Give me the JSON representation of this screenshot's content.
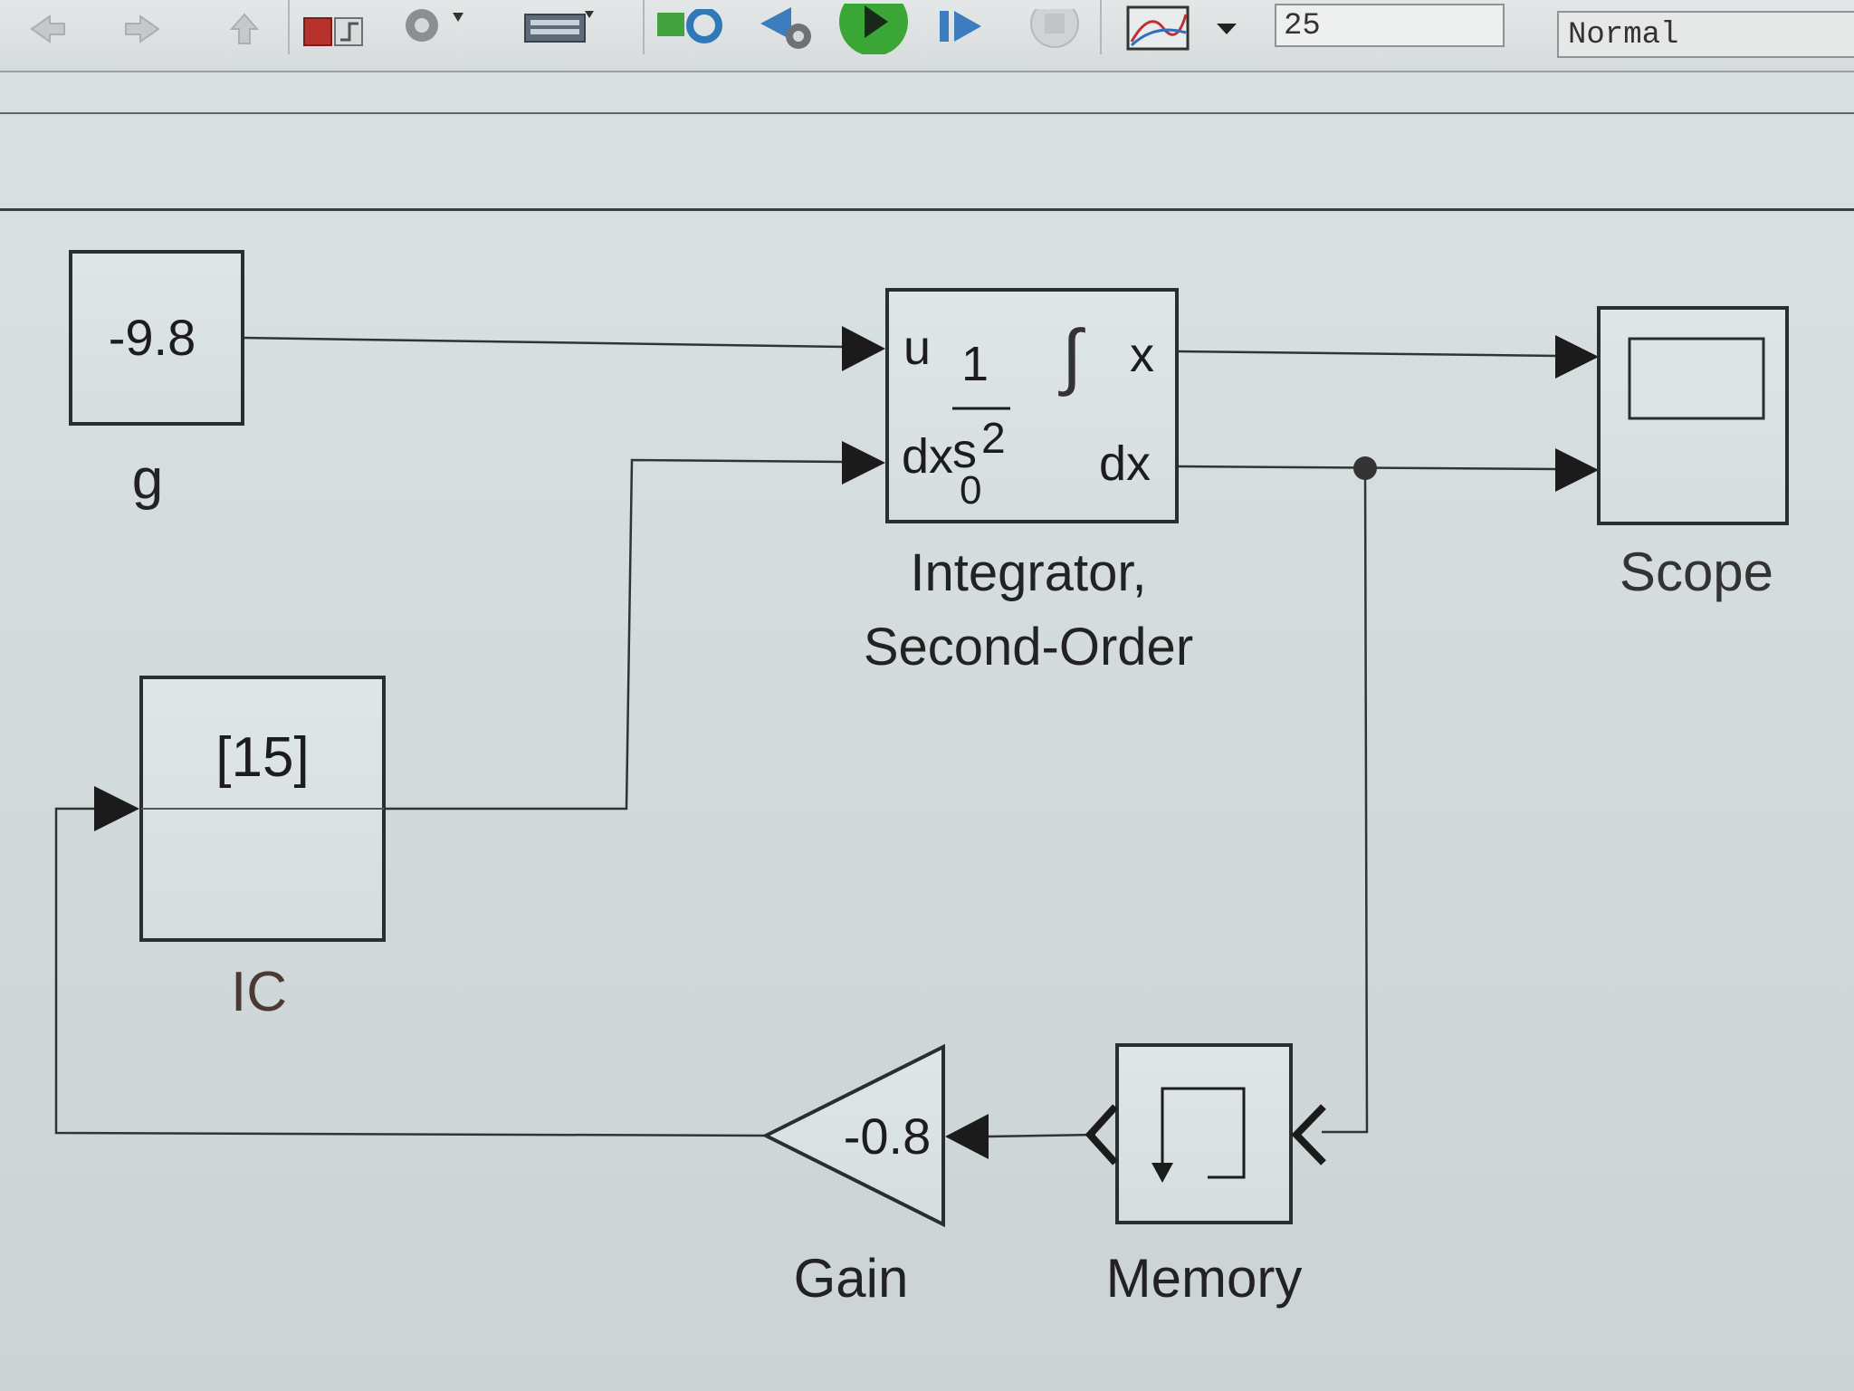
{
  "toolbar": {
    "stop_time": "25",
    "sim_mode": "Normal"
  },
  "blocks": {
    "g": {
      "value": "-9.8",
      "label": "g"
    },
    "ic": {
      "value": "[15]",
      "label": "IC"
    },
    "integrator": {
      "port_u": "u",
      "port_dx0": "dx",
      "port_dx0_sub": "0",
      "frac_num": "1",
      "frac_den": "s",
      "frac_den_exp": "2",
      "integral_sign": "∫",
      "port_x": "x",
      "port_dx": "dx",
      "label_line1": "Integrator,",
      "label_line2": "Second-Order"
    },
    "scope": {
      "label": "Scope"
    },
    "gain": {
      "value": "-0.8",
      "label": "Gain"
    },
    "memory": {
      "label": "Memory"
    }
  },
  "icons": [
    "back-arrow-icon",
    "forward-arrow-icon",
    "up-level-icon",
    "library-browser-icon",
    "model-settings-gear-icon",
    "model-explorer-icon",
    "update-diagram-icon",
    "step-back-icon",
    "run-icon",
    "step-forward-icon",
    "stop-icon",
    "scope-record-icon",
    "dropdown-arrow-icon"
  ],
  "colors": {
    "canvas": "#d4dcde",
    "block_border": "#2b2e30",
    "block_fill": "#dfe5e6",
    "line": "#333333",
    "run_green": "#3aa635"
  }
}
